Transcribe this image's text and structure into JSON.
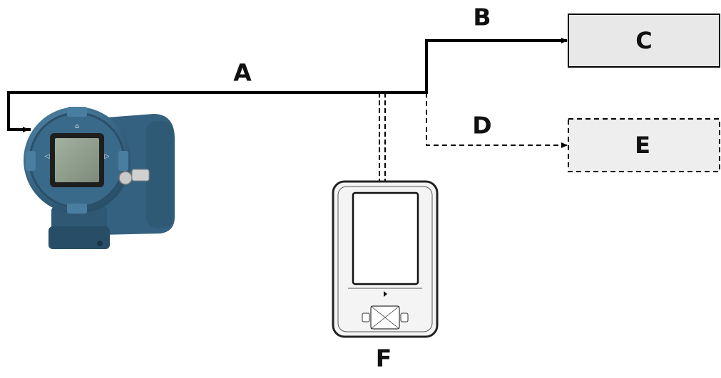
{
  "labels": {
    "a": "A",
    "b": "B",
    "c": "C",
    "d": "D",
    "e": "E",
    "f": "F"
  },
  "colors": {
    "line": "#000000",
    "box_fill": "#e8e8e8",
    "transmitter_body": "#3e6f8f",
    "transmitter_dark": "#2a4f69",
    "lcd": "#8a9a86",
    "handheld_bezel": "#f4f4f4"
  },
  "icons": {
    "transmitter": "field-transmitter-icon",
    "handheld": "handheld-communicator-icon"
  }
}
